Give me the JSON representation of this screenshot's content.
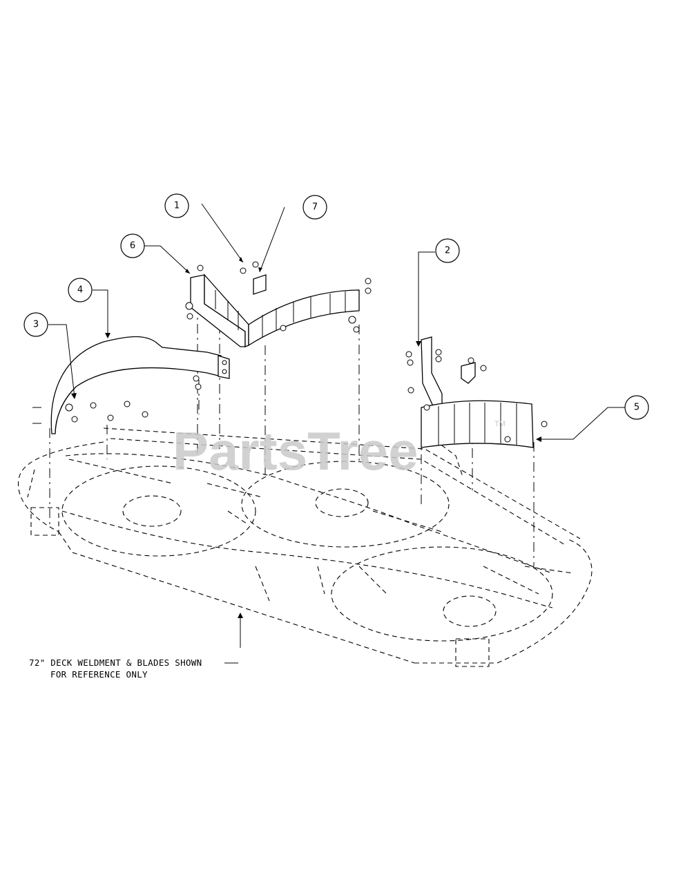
{
  "callouts": [
    {
      "label": "1"
    },
    {
      "label": "7"
    },
    {
      "label": "6"
    },
    {
      "label": "2"
    },
    {
      "label": "4"
    },
    {
      "label": "3"
    },
    {
      "label": "5"
    }
  ],
  "note": {
    "line1": "72\" DECK WELDMENT & BLADES SHOWN",
    "line2": "FOR REFERENCE ONLY"
  },
  "watermark": {
    "text": "PartsTree",
    "tm": "TM"
  }
}
